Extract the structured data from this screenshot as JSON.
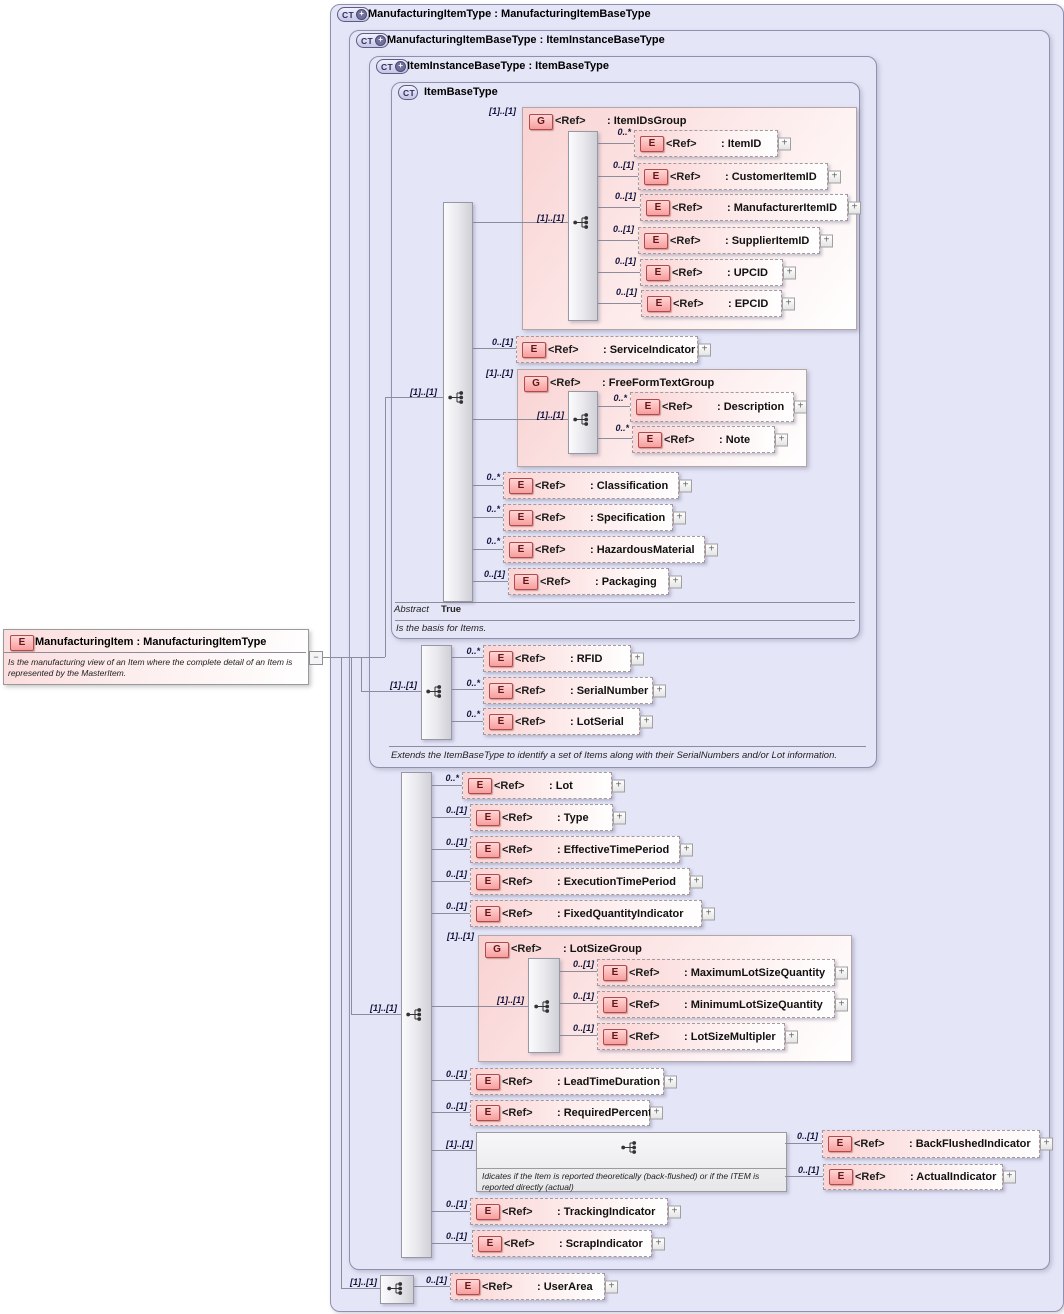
{
  "ref": "<Ref>",
  "badges": {
    "element": "E",
    "group": "G",
    "complex_type": "CT",
    "derived_plus": "+"
  },
  "icons": {
    "expand": "+",
    "collapse": "−"
  },
  "left_element": {
    "title": "ManufacturingItem : ManufacturingItemType",
    "description": "Is the manufacturing view of an Item where the complete detail of an Item is represented by the MasterItem."
  },
  "containers": {
    "manufacturing_item_type": {
      "title": "ManufacturingItemType : ManufacturingItemBaseType"
    },
    "manufacturing_item_base_type": {
      "title": "ManufacturingItemBaseType : ItemInstanceBaseType"
    },
    "item_instance_base_type": {
      "title": "ItemInstanceBaseType : ItemBaseType",
      "note": "Extends the ItemBaseType to identify a set of Items along with their SerialNumbers and/or Lot information."
    },
    "item_base_type": {
      "title": "ItemBaseType",
      "abstract_label": "Abstract",
      "abstract_value": "True",
      "note": "Is the basis for Items."
    }
  },
  "seq": {
    "item_base": "[1]..[1]",
    "item_instance": "[1]..[1]",
    "manufacturing_base": "[1]..[1]",
    "manufacturing_type": "[1]..[1]"
  },
  "grp": {
    "item_ids_group": {
      "occ": "[1]..[1]",
      "name": ": ItemIDsGroup",
      "seq_occ": "[1]..[1]"
    },
    "free_form_text_group": {
      "occ": "[1]..[1]",
      "name": ": FreeFormTextGroup",
      "seq_occ": "[1]..[1]"
    },
    "lot_size_group": {
      "occ": "[1]..[1]",
      "name": ": LotSizeGroup",
      "seq_occ": "[1]..[1]"
    }
  },
  "annotation": {
    "occ": "[1]..[1]",
    "note": "Idicates if the Item is reported theoretically (back-flushed) or if the ITEM is reported directly (actual)"
  },
  "el": {
    "item_id": {
      "occ": "0..*",
      "name": ": ItemID"
    },
    "customer_item_id": {
      "occ": "0..[1]",
      "name": ": CustomerItemID"
    },
    "manufacturer_item_id": {
      "occ": "0..[1]",
      "name": ": ManufacturerItemID"
    },
    "supplier_item_id": {
      "occ": "0..[1]",
      "name": ": SupplierItemID"
    },
    "upcid": {
      "occ": "0..[1]",
      "name": ": UPCID"
    },
    "epcid": {
      "occ": "0..[1]",
      "name": ": EPCID"
    },
    "service_indicator": {
      "occ": "0..[1]",
      "name": ": ServiceIndicator"
    },
    "description": {
      "occ": "0..*",
      "name": ": Description"
    },
    "note": {
      "occ": "0..*",
      "name": ": Note"
    },
    "classification": {
      "occ": "0..*",
      "name": ": Classification"
    },
    "specification": {
      "occ": "0..*",
      "name": ": Specification"
    },
    "hazardous_material": {
      "occ": "0..*",
      "name": ": HazardousMaterial"
    },
    "packaging": {
      "occ": "0..[1]",
      "name": ": Packaging"
    },
    "rfid": {
      "occ": "0..*",
      "name": ": RFID"
    },
    "serial_number": {
      "occ": "0..*",
      "name": ": SerialNumber"
    },
    "lot_serial": {
      "occ": "0..*",
      "name": ": LotSerial"
    },
    "lot": {
      "occ": "0..*",
      "name": ": Lot"
    },
    "type": {
      "occ": "0..[1]",
      "name": ": Type"
    },
    "effective_time_period": {
      "occ": "0..[1]",
      "name": ": EffectiveTimePeriod"
    },
    "execution_time_period": {
      "occ": "0..[1]",
      "name": ": ExecutionTimePeriod"
    },
    "fixed_quantity_indicator": {
      "occ": "0..[1]",
      "name": ": FixedQuantityIndicator"
    },
    "maximum_lot_size_quantity": {
      "occ": "0..[1]",
      "name": ": MaximumLotSizeQuantity"
    },
    "minimum_lot_size_quantity": {
      "occ": "0..[1]",
      "name": ": MinimumLotSizeQuantity"
    },
    "lot_size_multipler": {
      "occ": "0..[1]",
      "name": ": LotSizeMultipler"
    },
    "lead_time_duration": {
      "occ": "0..[1]",
      "name": ": LeadTimeDuration"
    },
    "required_percent": {
      "occ": "0..[1]",
      "name": ": RequiredPercent"
    },
    "back_flushed_indicator": {
      "occ": "0..[1]",
      "name": ": BackFlushedIndicator"
    },
    "actual_indicator": {
      "occ": "0..[1]",
      "name": ": ActualIndicator"
    },
    "tracking_indicator": {
      "occ": "0..[1]",
      "name": ": TrackingIndicator"
    },
    "scrap_indicator": {
      "occ": "0..[1]",
      "name": ": ScrapIndicator"
    },
    "user_area": {
      "occ": "0..[1]",
      "name": ": UserArea"
    }
  }
}
